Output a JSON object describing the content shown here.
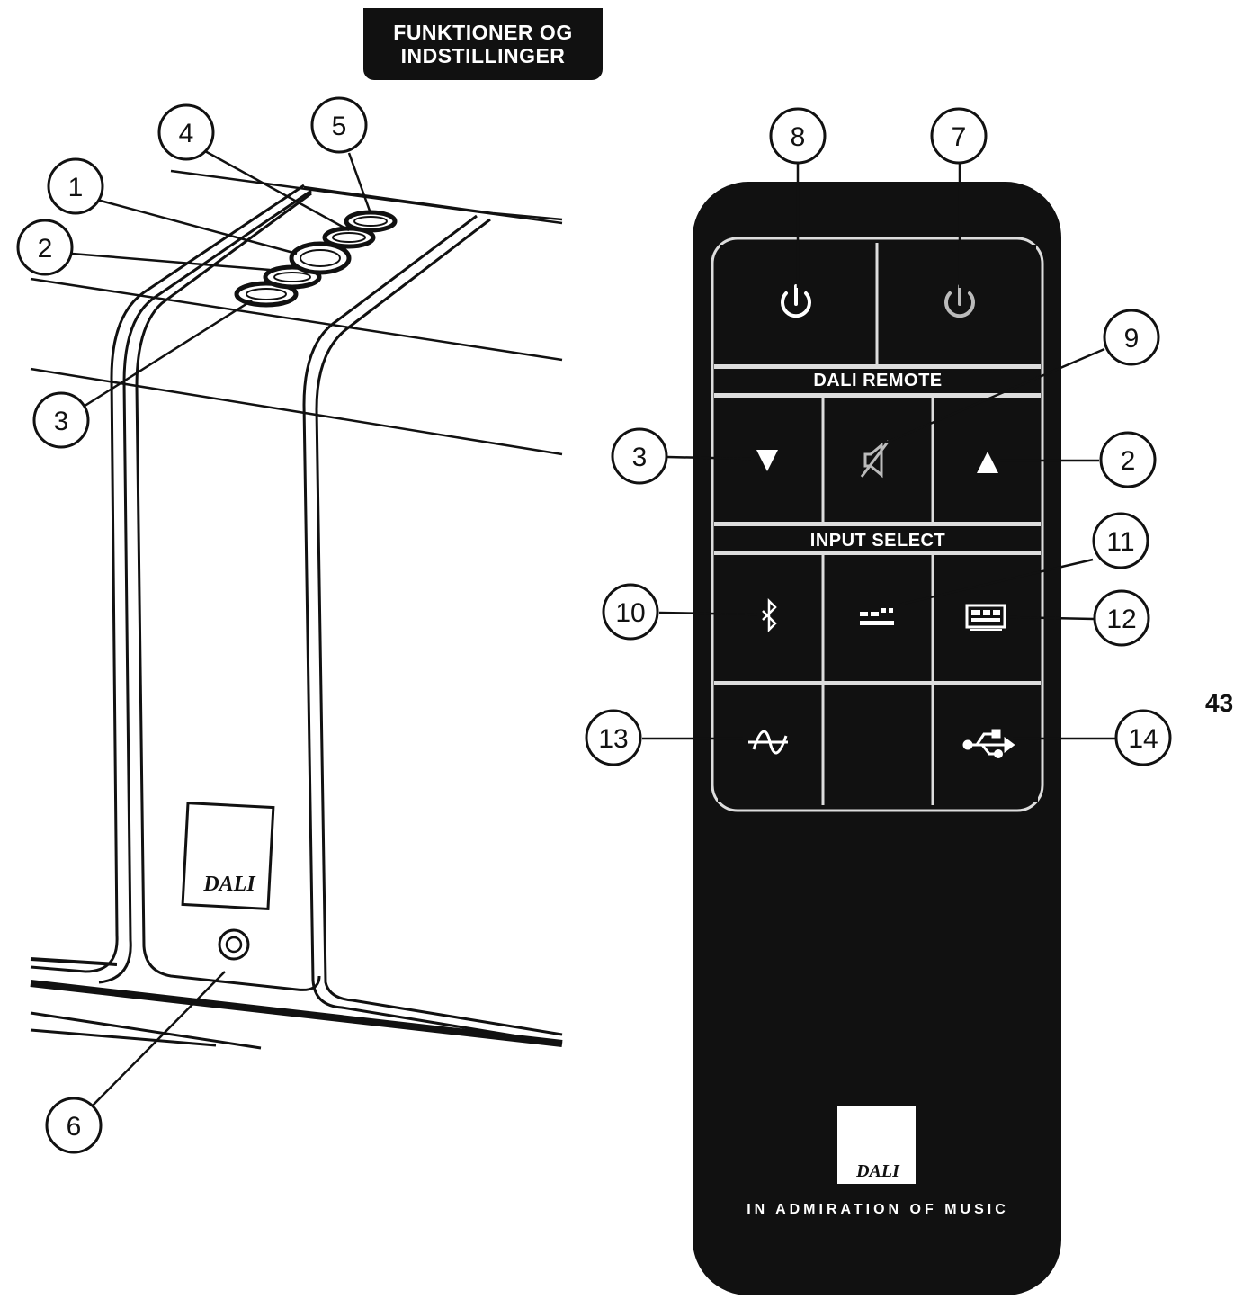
{
  "header": {
    "line1": "FUNKTIONER OG",
    "line2": "INDSTILLINGER"
  },
  "page_number": "43",
  "remote": {
    "section_volume": "DALI REMOTE",
    "section_input": "INPUT SELECT",
    "logo_text": "DALI",
    "tagline": "IN ADMIRATION OF MUSIC"
  },
  "soundbar": {
    "logo_text": "DALI"
  },
  "callouts": {
    "c1": "1",
    "c2": "2",
    "c3": "3",
    "c4": "4",
    "c5": "5",
    "c6": "6",
    "c7": "7",
    "c8": "8",
    "c9": "9",
    "c10": "10",
    "c11": "11",
    "c12": "12",
    "c13": "13",
    "c14": "14",
    "r3": "3",
    "r2": "2"
  },
  "colors": {
    "ink": "#111111",
    "paper": "#ffffff"
  },
  "icons": [
    "power-icon",
    "volume-down-icon",
    "mute-icon",
    "volume-up-icon",
    "bluetooth-icon",
    "optical-icon",
    "hdmi-tv-icon",
    "analog-wave-icon",
    "usb-icon"
  ]
}
